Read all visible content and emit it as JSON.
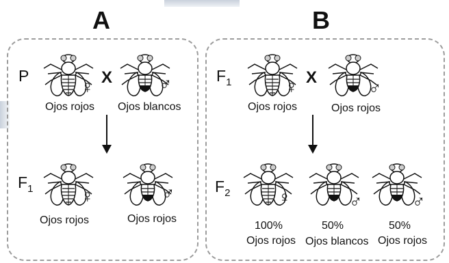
{
  "panel_a": {
    "title": "A",
    "generation_p": "P",
    "generation_f1": {
      "letter": "F",
      "sub": "1"
    },
    "cross_symbol": "X",
    "top_female_label": "Ojos rojos",
    "top_male_label": "Ojos blancos",
    "bottom_female_label": "Ojos rojos",
    "bottom_male_label": "Ojos rojos"
  },
  "panel_b": {
    "title": "B",
    "generation_f1": {
      "letter": "F",
      "sub": "1"
    },
    "generation_f2": {
      "letter": "F",
      "sub": "2"
    },
    "cross_symbol": "X",
    "top_female_label": "Ojos rojos",
    "top_male_label": "Ojos rojos",
    "offspring": [
      {
        "percent": "100%",
        "label": "Ojos rojos"
      },
      {
        "percent": "50%",
        "label": "Ojos blancos"
      },
      {
        "percent": "50%",
        "label": "Ojos rojos"
      }
    ]
  },
  "symbols": {
    "female": "♀",
    "male": "♂"
  },
  "icons": {
    "fly": "fruit-fly-icon",
    "female": "female-symbol-icon",
    "male": "male-symbol-icon",
    "arrow": "arrow-down-icon"
  },
  "colors": {
    "outline": "#111111",
    "dashed_border": "#9c9c9c",
    "male_abdomen": "#111111"
  }
}
